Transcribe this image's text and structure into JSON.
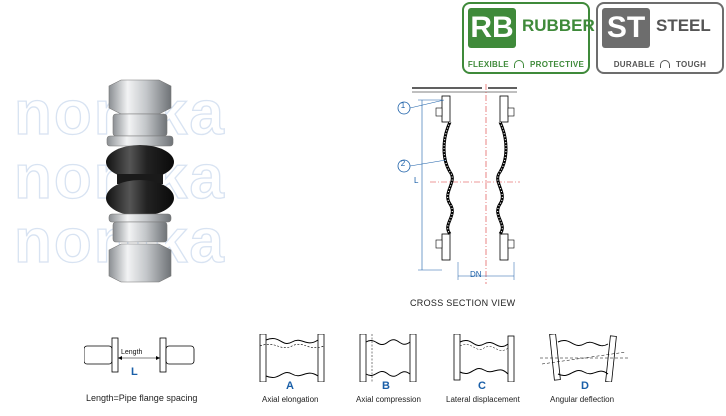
{
  "badges": {
    "rubber": {
      "code": "RB",
      "word": "RUBBER",
      "left_word": "FLEXIBLE",
      "right_word": "PROTECTIVE",
      "color": "#3f8a3a"
    },
    "steel": {
      "code": "ST",
      "word": "STEEL",
      "left_word": "DURABLE",
      "right_word": "TOUGH",
      "color": "#6d6d6d"
    }
  },
  "watermark": {
    "lines": [
      "nonika",
      "nonika",
      "nonika"
    ]
  },
  "cross_section": {
    "title": "CROSS SECTION VIEW",
    "callouts": [
      "1",
      "2"
    ],
    "dim_length": "L",
    "dim_diameter": "DN"
  },
  "length_diagram": {
    "length_label": "Length",
    "letter": "L",
    "caption": "Length=Pipe flange spacing"
  },
  "movements": [
    {
      "letter": "A",
      "caption": "Axial elongation"
    },
    {
      "letter": "B",
      "caption": "Axial compression"
    },
    {
      "letter": "C",
      "caption": "Lateral  displacement"
    },
    {
      "letter": "D",
      "caption": "Angular deflection"
    }
  ]
}
